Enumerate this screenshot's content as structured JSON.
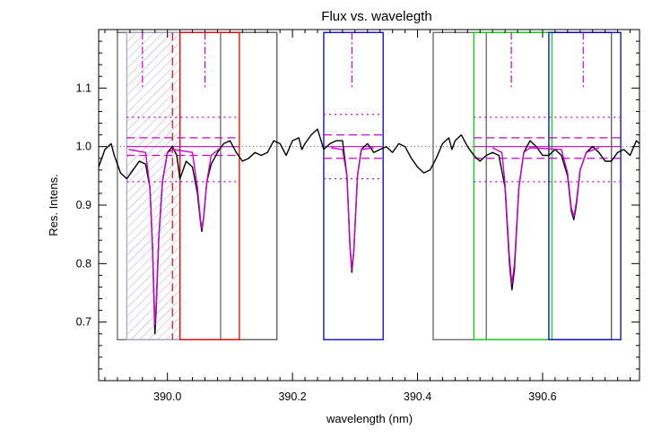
{
  "chart_data": {
    "type": "line",
    "title": "Flux vs. wavelegth",
    "xlabel": "wavelength (nm)",
    "ylabel": "Res. Intens.",
    "xlim": [
      389.89,
      390.755
    ],
    "ylim": [
      0.6,
      1.2
    ],
    "x_ticks": [
      390.0,
      390.2,
      390.4,
      390.6
    ],
    "x_tick_labels": [
      "390.0",
      "390.2",
      "390.4",
      "390.6"
    ],
    "y_ticks": [
      0.7,
      0.8,
      0.9,
      1.0,
      1.1
    ],
    "y_tick_labels": [
      "0.7",
      "0.8",
      "0.9",
      "1.0",
      "1.1"
    ],
    "continuum_level": 1.0,
    "series": [
      {
        "role": "observed",
        "color": "#000000",
        "points": [
          [
            389.89,
            0.965
          ],
          [
            389.9,
            0.995
          ],
          [
            389.91,
            1.005
          ],
          [
            389.915,
            0.985
          ],
          [
            389.925,
            0.955
          ],
          [
            389.935,
            0.945
          ],
          [
            389.945,
            0.96
          ],
          [
            389.955,
            0.975
          ],
          [
            389.965,
            0.97
          ],
          [
            389.972,
            0.93
          ],
          [
            389.976,
            0.83
          ],
          [
            389.979,
            0.72
          ],
          [
            389.98,
            0.68
          ],
          [
            389.982,
            0.72
          ],
          [
            389.986,
            0.84
          ],
          [
            389.992,
            0.94
          ],
          [
            390.0,
            0.99
          ],
          [
            390.008,
            1.0
          ],
          [
            390.015,
            0.985
          ],
          [
            390.02,
            0.945
          ],
          [
            390.03,
            0.975
          ],
          [
            390.04,
            0.965
          ],
          [
            390.048,
            0.92
          ],
          [
            390.053,
            0.87
          ],
          [
            390.055,
            0.855
          ],
          [
            390.058,
            0.88
          ],
          [
            390.063,
            0.94
          ],
          [
            390.07,
            0.97
          ],
          [
            390.08,
            0.99
          ],
          [
            390.09,
            1.005
          ],
          [
            390.1,
            1.01
          ],
          [
            390.11,
            0.99
          ],
          [
            390.12,
            0.975
          ],
          [
            390.13,
            0.98
          ],
          [
            390.14,
            0.99
          ],
          [
            390.15,
            0.985
          ],
          [
            390.16,
            0.99
          ],
          [
            390.17,
            1.01
          ],
          [
            390.18,
            1.005
          ],
          [
            390.19,
            0.985
          ],
          [
            390.2,
            1.01
          ],
          [
            390.21,
            1.015
          ],
          [
            390.215,
            0.995
          ],
          [
            390.22,
            1.005
          ],
          [
            390.23,
            1.02
          ],
          [
            390.24,
            1.03
          ],
          [
            390.25,
            0.995
          ],
          [
            390.26,
            1.005
          ],
          [
            390.27,
            1.01
          ],
          [
            390.28,
            1.01
          ],
          [
            390.287,
            0.95
          ],
          [
            390.292,
            0.83
          ],
          [
            390.295,
            0.785
          ],
          [
            390.298,
            0.82
          ],
          [
            390.304,
            0.95
          ],
          [
            390.31,
            0.995
          ],
          [
            390.32,
            1.005
          ],
          [
            390.33,
            0.99
          ],
          [
            390.34,
            0.995
          ],
          [
            390.35,
            1.0
          ],
          [
            390.36,
            0.99
          ],
          [
            390.37,
            1.005
          ],
          [
            390.38,
            1.0
          ],
          [
            390.39,
            0.98
          ],
          [
            390.4,
            0.965
          ],
          [
            390.41,
            0.955
          ],
          [
            390.42,
            0.96
          ],
          [
            390.43,
            0.98
          ],
          [
            390.44,
            1.005
          ],
          [
            390.45,
            1.015
          ],
          [
            390.455,
            0.995
          ],
          [
            390.46,
            1.01
          ],
          [
            390.47,
            1.02
          ],
          [
            390.48,
            1.0
          ],
          [
            390.49,
            0.985
          ],
          [
            390.5,
            0.975
          ],
          [
            390.51,
            0.985
          ],
          [
            390.52,
            0.99
          ],
          [
            390.53,
            0.985
          ],
          [
            390.54,
            0.93
          ],
          [
            390.547,
            0.8
          ],
          [
            390.551,
            0.755
          ],
          [
            390.555,
            0.79
          ],
          [
            390.562,
            0.93
          ],
          [
            390.57,
            0.99
          ],
          [
            390.58,
            1.01
          ],
          [
            390.59,
            1.0
          ],
          [
            390.6,
            0.985
          ],
          [
            390.61,
            0.985
          ],
          [
            390.62,
            0.995
          ],
          [
            390.63,
            0.985
          ],
          [
            390.64,
            0.95
          ],
          [
            390.646,
            0.89
          ],
          [
            390.65,
            0.875
          ],
          [
            390.654,
            0.9
          ],
          [
            390.66,
            0.96
          ],
          [
            390.67,
            0.99
          ],
          [
            390.68,
            1.0
          ],
          [
            390.69,
            0.99
          ],
          [
            390.7,
            0.975
          ],
          [
            390.71,
            0.975
          ],
          [
            390.72,
            0.99
          ],
          [
            390.73,
            0.995
          ],
          [
            390.74,
            0.985
          ],
          [
            390.75,
            1.01
          ],
          [
            390.755,
            1.005
          ]
        ]
      },
      {
        "role": "model fit",
        "color": "#cc00cc",
        "segments": [
          [
            [
              389.938,
              0.995
            ],
            [
              389.965,
              0.99
            ],
            [
              389.972,
              0.93
            ],
            [
              389.976,
              0.83
            ],
            [
              389.979,
              0.73
            ],
            [
              389.98,
              0.695
            ],
            [
              389.982,
              0.73
            ],
            [
              389.986,
              0.84
            ],
            [
              389.992,
              0.94
            ],
            [
              390.0,
              0.99
            ],
            [
              390.01,
              0.995
            ],
            [
              390.04,
              0.99
            ],
            [
              390.048,
              0.93
            ],
            [
              390.053,
              0.875
            ],
            [
              390.055,
              0.86
            ],
            [
              390.058,
              0.88
            ],
            [
              390.063,
              0.94
            ],
            [
              390.07,
              0.985
            ],
            [
              390.085,
              0.998
            ]
          ],
          [
            [
              390.262,
              0.998
            ],
            [
              390.28,
              0.995
            ],
            [
              390.287,
              0.95
            ],
            [
              390.292,
              0.83
            ],
            [
              390.295,
              0.79
            ],
            [
              390.298,
              0.82
            ],
            [
              390.304,
              0.95
            ],
            [
              390.31,
              0.995
            ],
            [
              390.33,
              0.998
            ]
          ],
          [
            [
              390.52,
              0.998
            ],
            [
              390.535,
              0.99
            ],
            [
              390.54,
              0.935
            ],
            [
              390.547,
              0.81
            ],
            [
              390.551,
              0.765
            ],
            [
              390.555,
              0.8
            ],
            [
              390.562,
              0.93
            ],
            [
              390.57,
              0.99
            ],
            [
              390.58,
              0.998
            ],
            [
              390.63,
              0.995
            ],
            [
              390.64,
              0.955
            ],
            [
              390.646,
              0.895
            ],
            [
              390.65,
              0.88
            ],
            [
              390.654,
              0.905
            ],
            [
              390.66,
              0.96
            ],
            [
              390.67,
              0.99
            ],
            [
              390.69,
              0.998
            ]
          ]
        ]
      }
    ],
    "reference_lines": [
      {
        "y": 1.0,
        "style": "dotted",
        "color": "#555555",
        "x_range": [
          389.89,
          390.755
        ]
      }
    ],
    "line_markers": [
      {
        "x": 389.96,
        "y_top": 1.195,
        "y_bottom": 1.1
      },
      {
        "x": 390.06,
        "y_top": 1.195,
        "y_bottom": 1.1
      },
      {
        "x": 390.295,
        "y_top": 1.195,
        "y_bottom": 1.1
      },
      {
        "x": 390.55,
        "y_top": 1.195,
        "y_bottom": 1.1
      },
      {
        "x": 390.665,
        "y_top": 1.195,
        "y_bottom": 1.1
      }
    ],
    "regions": [
      {
        "x0": 389.92,
        "x1": 390.175,
        "y0": 0.67,
        "y1": 1.195,
        "color": "#666666",
        "style": "solid"
      },
      {
        "x0": 390.085,
        "x1": 390.175,
        "y0": 0.67,
        "y1": 1.195,
        "color": "#666666",
        "style": "solid"
      },
      {
        "x0": 389.935,
        "x1": 390.02,
        "y0": 0.67,
        "y1": 1.195,
        "color": "#aaaacc",
        "style": "hatched"
      },
      {
        "x0": 390.02,
        "x1": 390.115,
        "y0": 0.67,
        "y1": 1.195,
        "color": "#ee0000",
        "style": "solid"
      },
      {
        "x0": 390.008,
        "x1": 390.008,
        "y0": 0.67,
        "y1": 1.195,
        "color": "#ee0000",
        "style": "dashed"
      },
      {
        "x0": 390.25,
        "x1": 390.345,
        "y0": 0.67,
        "y1": 1.195,
        "color": "#0000cc",
        "style": "solid"
      },
      {
        "x0": 390.425,
        "x1": 390.71,
        "y0": 0.67,
        "y1": 1.195,
        "color": "#666666",
        "style": "solid"
      },
      {
        "x0": 390.51,
        "x1": 390.71,
        "y0": 0.67,
        "y1": 1.195,
        "color": "#666666",
        "style": "solid"
      },
      {
        "x0": 390.49,
        "x1": 390.615,
        "y0": 0.67,
        "y1": 1.195,
        "color": "#00dd00",
        "style": "solid"
      },
      {
        "x0": 390.61,
        "x1": 390.725,
        "y0": 0.67,
        "y1": 1.195,
        "color": "#0000cc",
        "style": "solid"
      }
    ],
    "threshold_sets": [
      {
        "x_range": [
          389.935,
          390.115
        ],
        "lines": [
          {
            "y": 1.05,
            "style": "dotted"
          },
          {
            "y": 1.015,
            "style": "dashed"
          },
          {
            "y": 1.0,
            "style": "solid"
          },
          {
            "y": 0.985,
            "style": "dashed"
          },
          {
            "y": 0.94,
            "style": "dotted"
          }
        ]
      },
      {
        "x_range": [
          390.25,
          390.345
        ],
        "lines": [
          {
            "y": 1.055,
            "style": "dotted"
          },
          {
            "y": 1.02,
            "style": "dashed"
          },
          {
            "y": 1.0,
            "style": "solid"
          },
          {
            "y": 0.98,
            "style": "dashed"
          },
          {
            "y": 0.945,
            "style": "dotted"
          }
        ]
      },
      {
        "x_range": [
          390.49,
          390.725
        ],
        "lines": [
          {
            "y": 1.05,
            "style": "dotted"
          },
          {
            "y": 1.015,
            "style": "dashed"
          },
          {
            "y": 1.0,
            "style": "solid"
          },
          {
            "y": 0.98,
            "style": "dashed"
          },
          {
            "y": 0.94,
            "style": "dotted"
          }
        ]
      }
    ],
    "threshold_color": "#cc00cc",
    "marker_color": "#cc00cc",
    "legend": "none",
    "grid": false
  }
}
